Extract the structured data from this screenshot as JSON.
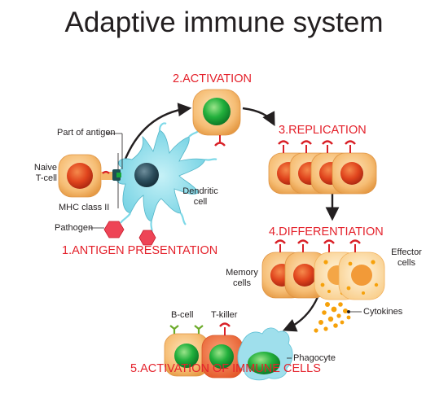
{
  "title": "Adaptive immune system",
  "stages": {
    "s1": "1.ANTIGEN PRESENTATION",
    "s2": "2.ACTIVATION",
    "s3": "3.REPLICATION",
    "s4": "4.DIFFERENTIATION",
    "s5": "5.ACTIVATION OF IMMUNE CELLS"
  },
  "labels": {
    "part_of_antigen": "Part of antigen",
    "naive_1": "Naive",
    "naive_2": "T-cell",
    "mhc": "MHC class II",
    "pathogen": "Pathogen",
    "dendritic_1": "Dendritic",
    "dendritic_2": "cell",
    "memory_1": "Memory",
    "memory_2": "cells",
    "effector_1": "Effector",
    "effector_2": "cells",
    "cytokines": "Cytokines",
    "bcell": "B-cell",
    "tkiller": "T-killer",
    "phagocyte": "Phagocyte"
  },
  "colors": {
    "stage_red": "#e4212b",
    "cell_body": "#f5b76b",
    "nucleus_red": "#e2461f",
    "nucleus_green": "#1aa73a",
    "dendritic": "#7fd9e8",
    "phagocyte": "#9fdfec",
    "cytokine": "#f6a10a",
    "receptor_red": "#d92027",
    "bcell_receptor": "#6cab2a",
    "arrow": "#231f20"
  }
}
